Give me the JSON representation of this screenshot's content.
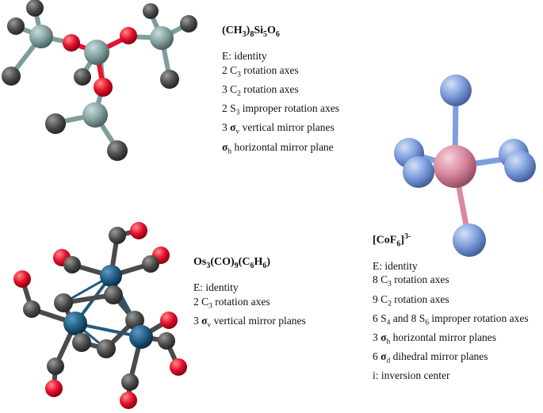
{
  "colors": {
    "carbon": "#4a4a4a",
    "oxygen": "#e8112d",
    "silicon": "#7f9c9c",
    "osmium": "#1f5b80",
    "cobalt": "#d98aa0",
    "fluorine": "#7e9fdd",
    "bond_gray": "#6e6e6e"
  },
  "molecules": [
    {
      "id": "si",
      "formula": {
        "parts": [
          "(CH",
          "3",
          ")",
          "8",
          "Si",
          "5",
          "O",
          "6"
        ]
      },
      "ops": [
        {
          "text": "E: identity"
        },
        {
          "pre": "2 C",
          "sub": "3",
          "post": " rotation axes"
        },
        {
          "pre": "3 C",
          "sub": "2",
          "post": " rotation axes"
        },
        {
          "pre": "2 S",
          "sub": "3",
          "post": " improper rotation axes"
        },
        {
          "pre": "3 ",
          "greek": "σ",
          "sub": "v",
          "post": " vertical mirror planes"
        },
        {
          "pre": "",
          "greek": "σ",
          "sub": "h",
          "post": "  horizontal mirror plane"
        }
      ]
    },
    {
      "id": "os",
      "formula": {
        "parts": [
          "Os",
          "3",
          "(CO)",
          "9",
          "(C",
          "6",
          "H",
          "6",
          ")"
        ]
      },
      "ops": [
        {
          "text": "E: identity"
        },
        {
          "pre": "2 C",
          "sub": "3",
          "post": " rotation axes"
        },
        {
          "pre": "3 ",
          "greek": "σ",
          "sub": "v",
          "post": "  vertical mirror planes"
        }
      ]
    },
    {
      "id": "co",
      "formula": {
        "parts": [
          "[CoF",
          "6",
          "]",
          "3-"
        ]
      },
      "ops": [
        {
          "text": "E: identity"
        },
        {
          "pre": "8 C",
          "sub": "3",
          "post": " rotation axes"
        },
        {
          "pre": "9 C",
          "sub": "2",
          "post": " rotation axes"
        },
        {
          "pre": "6 S",
          "sub": "4",
          "post": " and 8 S",
          "sub2": "6",
          "post2": " improper rotation axes"
        },
        {
          "pre": "3 ",
          "greek": "σ",
          "sub": "h",
          "post": "  horizontal mirror planes"
        },
        {
          "pre": "6 ",
          "greek": "σ",
          "sub": "d",
          "post": "  dihedral mirror planes"
        },
        {
          "text": " i: inversion center"
        }
      ]
    }
  ]
}
